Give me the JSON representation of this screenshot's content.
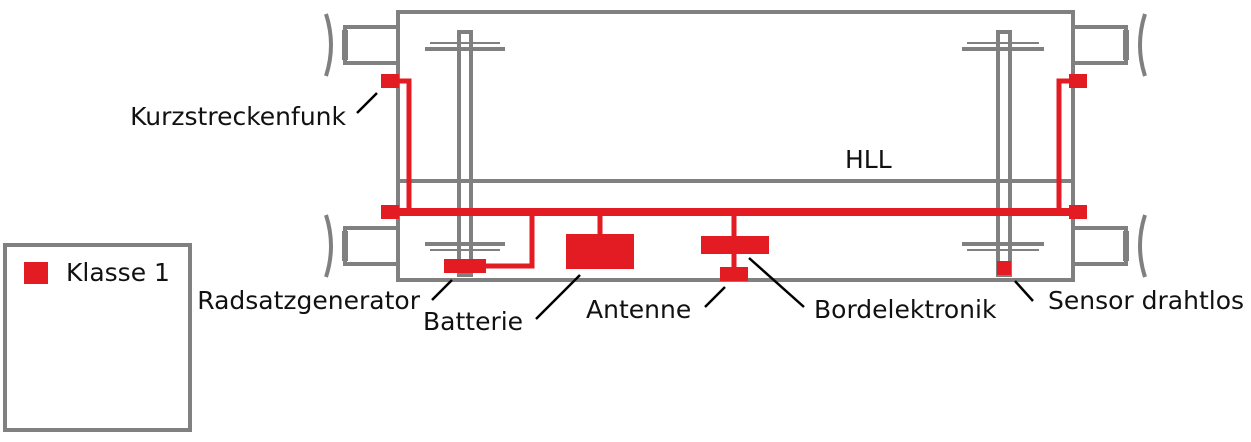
{
  "colors": {
    "structure": "#808080",
    "component": "#e31b23",
    "leader": "#000000",
    "background": "#ffffff"
  },
  "legend": {
    "entries": [
      {
        "label": "Klasse 1",
        "color": "#e31b23"
      }
    ]
  },
  "labels": {
    "hll": "HLL",
    "kurzstreckenfunk": "Kurzstreckenfunk",
    "radsatzgenerator": "Radsatzgenerator",
    "batterie": "Batterie",
    "antenne": "Antenne",
    "bordelektronik": "Bordelektronik",
    "sensor": "Sensor drahtlos"
  }
}
